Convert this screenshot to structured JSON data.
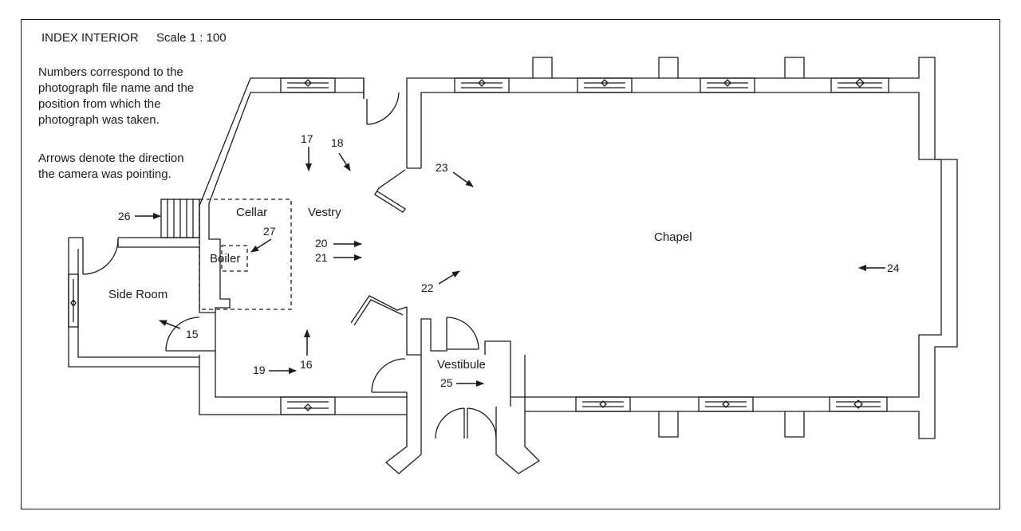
{
  "header": {
    "title": "INDEX INTERIOR",
    "scale": "Scale 1 : 100"
  },
  "notes": {
    "line1": [
      "Numbers correspond to the",
      "photograph file name and the",
      "position from which the",
      "photograph was taken."
    ],
    "line2": [
      "Arrows denote the direction",
      "the camera was pointing."
    ]
  },
  "rooms": {
    "cellar": "Cellar",
    "vestry": "Vestry",
    "chapel": "Chapel",
    "boiler": "Boiler",
    "side_room": "Side Room",
    "vestibule": "Vestibule"
  },
  "photos": {
    "p15": "15",
    "p16": "16",
    "p17": "17",
    "p18": "18",
    "p19": "19",
    "p20": "20",
    "p21": "21",
    "p22": "22",
    "p23": "23",
    "p24": "24",
    "p25": "25",
    "p26": "26",
    "p27": "27"
  },
  "colors": {
    "line": "#1a1a1a",
    "background": "#ffffff"
  }
}
